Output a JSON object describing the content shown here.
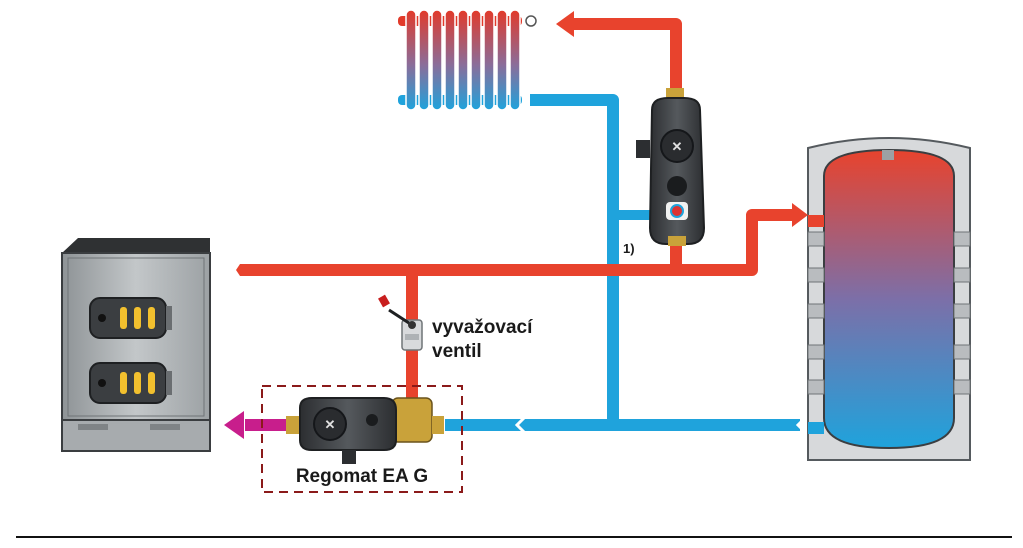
{
  "labels": {
    "balancing_valve_line1": "vyvažovací",
    "balancing_valve_line2": "ventil",
    "regomat": "Regomat EA G",
    "note_marker": "1)"
  },
  "colors": {
    "hot_pipe": "#e8432d",
    "cold_pipe": "#1fa3dc",
    "outlet_pipe": "#c81e8c",
    "dashed_frame": "#8b1a1a",
    "boiler_body": "#b4b8ba",
    "unit_body": "#3c3f42",
    "brass": "#c9a23a"
  },
  "icons": {
    "radiator": "radiator-icon",
    "boiler": "boiler-icon",
    "tank": "storage-tank-icon",
    "pump": "circulation-pump-icon",
    "valve": "ball-valve-icon"
  }
}
